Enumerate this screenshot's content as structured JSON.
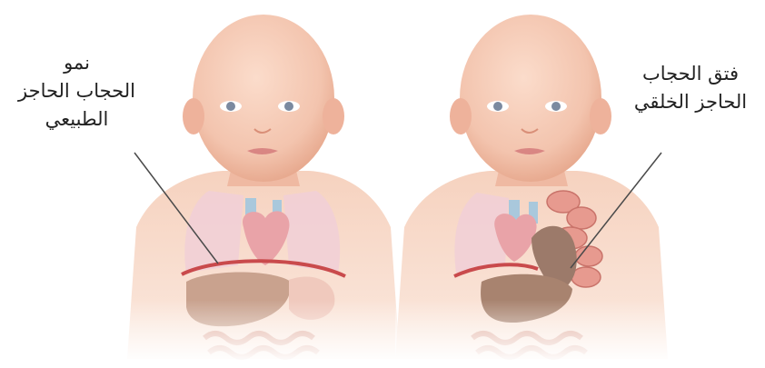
{
  "labels": {
    "normal": {
      "line1": "نمو",
      "line2": "الحجاب الحاجز",
      "line3": "الطبيعي"
    },
    "hernia": {
      "line1": "فتق الحجاب",
      "line2": "الحاجز الخلقي"
    }
  },
  "colors": {
    "skin": "#f3c4ae",
    "skin_shade": "#e8a98f",
    "lungs": "#f1cfd6",
    "heart": "#e9a3a8",
    "vessels": "#a9c8dc",
    "diaphragm": "#c94a4c",
    "liver_normal": "#c9a28e",
    "liver_hernia": "#9c7a6a",
    "intestine": "#eec2b3",
    "intestine_herniated": "#e79a8f",
    "leader_line": "#4a4a4a",
    "text": "#222222"
  }
}
